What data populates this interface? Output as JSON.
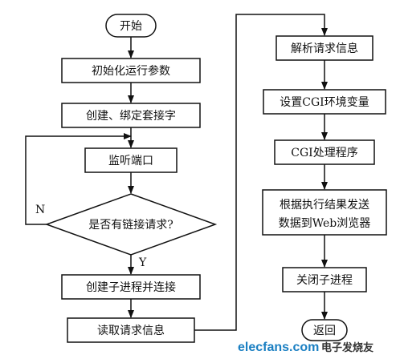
{
  "nodes": {
    "start": "开始",
    "init": "初始化运行参数",
    "create_bind": "创建、绑定套接字",
    "listen": "监听端口",
    "decision": "是否有链接请求?",
    "create_child": "创建子进程并连接",
    "read_request": "读取请求信息",
    "parse_request": "解析请求信息",
    "set_cgi_env": "设置CGI环境变量",
    "cgi_process": "CGI处理程序",
    "send_line1": "根据执行结果发送",
    "send_line2": "数据到Web浏览器",
    "close_child": "关闭子进程",
    "return": "返回"
  },
  "labels": {
    "no": "N",
    "yes": "Y"
  },
  "watermark": {
    "site": "elecfans.com",
    "cn": "电子发烧友"
  }
}
